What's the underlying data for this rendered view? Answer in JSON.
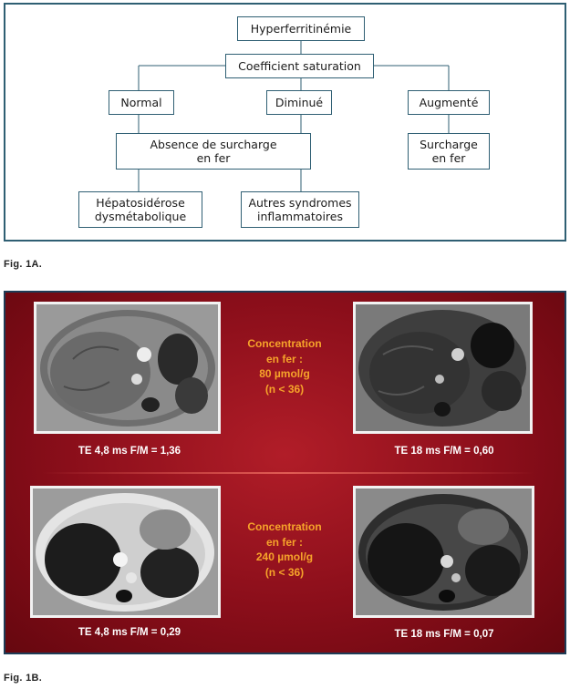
{
  "fig1a": {
    "caption": "Fig. 1A.",
    "nodes": {
      "root": "Hyperferritinémie",
      "coef": "Coefficient saturation",
      "normal": "Normal",
      "diminue": "Diminué",
      "augmente": "Augmenté",
      "absence": "Absence de surcharge\nen fer",
      "surcharge": "Surcharge\nen fer",
      "hepato": "Hépatosidérose\ndysmétabolique",
      "autres": "Autres syndromes\ninflammatoires"
    }
  },
  "fig1b": {
    "caption": "Fig. 1B.",
    "rows": [
      {
        "concentration": [
          "Concentration",
          "en fer :",
          "80 µmol/g",
          "(n < 36)"
        ],
        "left_label": "TE 4,8 ms F/M = 1,36",
        "right_label": "TE 18 ms F/M = 0,60"
      },
      {
        "concentration": [
          "Concentration",
          "en fer :",
          "240 µmol/g",
          "(n < 36)"
        ],
        "left_label": "TE 4,8 ms F/M = 0,29",
        "right_label": "TE 18 ms F/M = 0,07"
      }
    ]
  },
  "colors": {
    "box_border": "#2f5f73",
    "panel_red": "#8a0e1a",
    "concentration_orange": "#f6a32a",
    "label_white": "#ffffff"
  }
}
